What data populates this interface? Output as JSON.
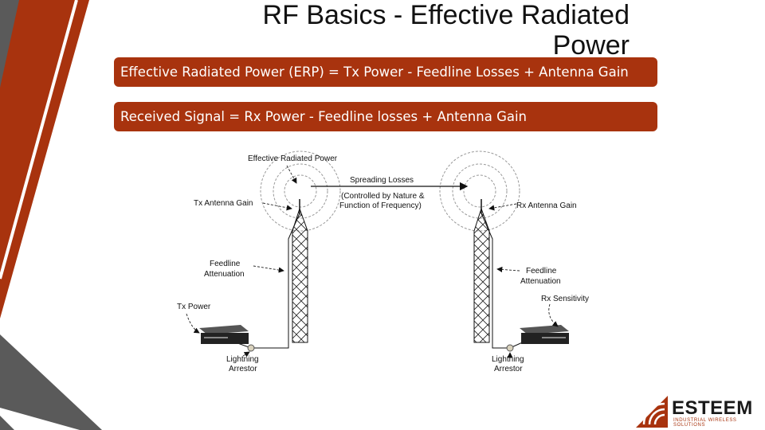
{
  "slide": {
    "title_line1": "RF Basics - Effective Radiated",
    "title_line2": "Power",
    "erp_formula": "Effective Radiated Power (ERP) = Tx Power - Feedline Losses + Antenna Gain",
    "received_formula": "Received Signal = Rx Power - Feedline losses + Antenna Gain"
  },
  "diagram": {
    "effective_radiated_power": "Effective Radiated Power",
    "spreading_losses": "Spreading Losses",
    "spreading_note_1": "(Controlled by Nature &",
    "spreading_note_2": "Function of Frequency)",
    "tx_antenna_gain": "Tx Antenna Gain",
    "rx_antenna_gain": "Rx Antenna Gain",
    "feedline_left_1": "Feedline",
    "feedline_left_2": "Attenuation",
    "feedline_right_1": "Feedline",
    "feedline_right_2": "Attenuation",
    "tx_power": "Tx Power",
    "rx_sensitivity": "Rx Sensitivity",
    "arrestor_left_1": "Lightning",
    "arrestor_left_2": "Arrestor",
    "arrestor_right_1": "Lightning",
    "arrestor_right_2": "Arrestor"
  },
  "logo": {
    "name": "ESTEEM",
    "tagline": "INDUSTRIAL WIRELESS SOLUTIONS"
  },
  "colors": {
    "accent": "#a8330e",
    "stripe_gray": "#5a5a5a"
  }
}
